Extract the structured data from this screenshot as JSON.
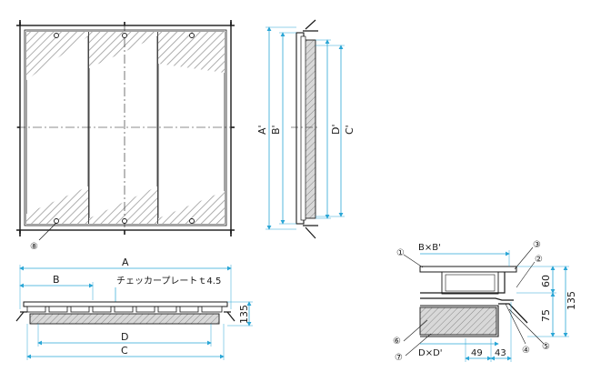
{
  "colors": {
    "line": "#1a1a1a",
    "dimension": "#2aa6d6",
    "frame_fill": "#dcdcdc",
    "panel_fill": "#ffffff",
    "hatch": "#999999",
    "insulation_fill": "#cfcfcf"
  },
  "plan": {
    "callout_8": "⑧"
  },
  "side_view": {
    "dim_a_prime": "A'",
    "dim_b_prime": "B'",
    "dim_d_prime": "D'",
    "dim_c_prime": "C'"
  },
  "front_section": {
    "dim_a": "A",
    "dim_b": "B",
    "dim_d": "D",
    "dim_c": "C",
    "dim_135": "135",
    "material_note": "チェッカープレートｔ4.5"
  },
  "detail": {
    "callout_1": "①",
    "callout_2": "②",
    "callout_3": "③",
    "callout_4": "④",
    "callout_5": "⑤",
    "callout_6": "⑥",
    "callout_7": "⑦",
    "label_bxb": "B×B'",
    "label_dxd": "D×D'",
    "dim_49": "49",
    "dim_43": "43",
    "dim_60": "60",
    "dim_75": "75",
    "dim_135": "135"
  }
}
